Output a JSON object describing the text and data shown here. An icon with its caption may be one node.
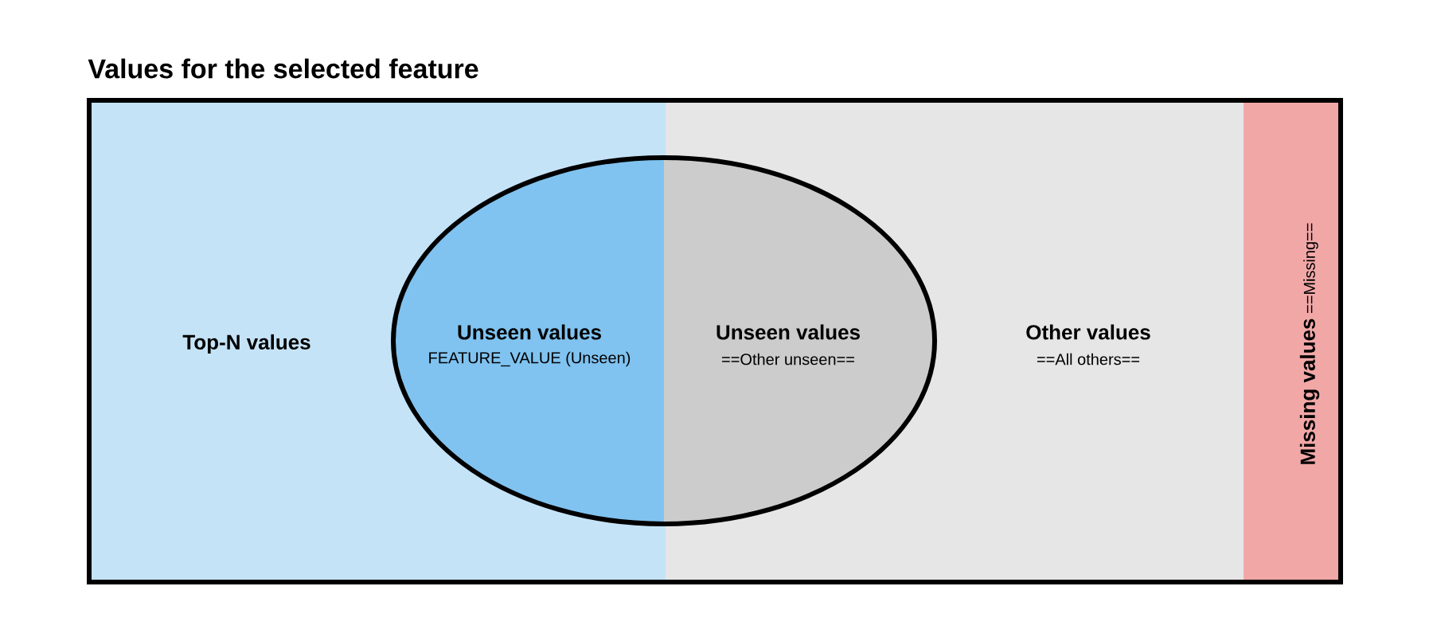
{
  "diagram": {
    "title": "Values for the selected feature",
    "nodes": [
      {
        "text": [
          "Top-N values"
        ]
      },
      {
        "text": [
          "Other values",
          "==All others=="
        ]
      },
      {
        "text": [
          "Missing  values",
          "==Missing=="
        ]
      },
      {
        "text": [
          "Unseen values",
          "FEATURE_VALUE (Unseen)"
        ],
        "in": 0
      },
      {
        "text": [
          "Unseen values",
          "==Other unseen=="
        ],
        "in": 1
      }
    ]
  }
}
